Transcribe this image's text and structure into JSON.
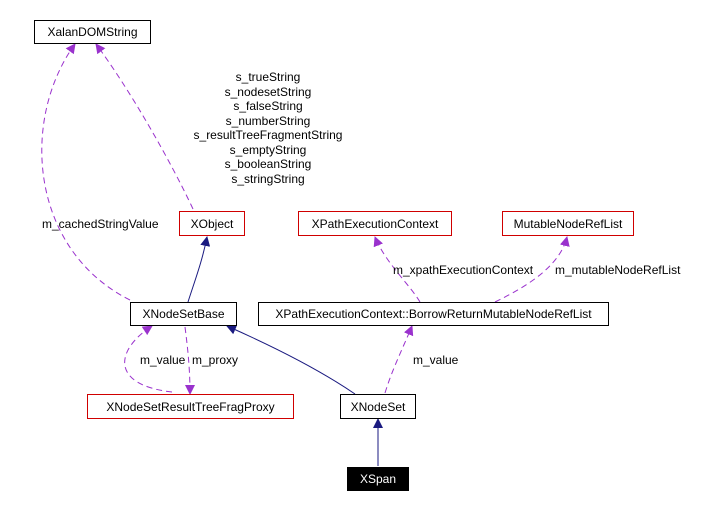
{
  "nodes": {
    "xalan_dom_string": "XalanDOMString",
    "xobject": "XObject",
    "xpath_execution_context": "XPathExecutionContext",
    "mutable_node_ref_list": "MutableNodeRefList",
    "xnodeset_base": "XNodeSetBase",
    "borrow_return": "XPathExecutionContext::BorrowReturnMutableNodeRefList",
    "xnodeset_result_tree_frag_proxy": "XNodeSetResultTreeFragProxy",
    "xnodeset": "XNodeSet",
    "xspan": "XSpan"
  },
  "edge_labels": {
    "static_strings": [
      "s_trueString",
      "s_nodesetString",
      "s_falseString",
      "s_numberString",
      "s_resultTreeFragmentString",
      "s_emptyString",
      "s_booleanString",
      "s_stringString"
    ],
    "cached_string_value": "m_cachedStringValue",
    "xpath_execution_context": "m_xpathExecutionContext",
    "mutable_node_ref_list": "m_mutableNodeRefList",
    "base_value": "m_value",
    "proxy": "m_proxy",
    "borrow_value": "m_value"
  },
  "colors": {
    "inheritance": "#1a1a80",
    "usage": "#9a32cd",
    "highlight_border": "#d00000",
    "node_border": "#000000",
    "current_fill": "#000000"
  }
}
